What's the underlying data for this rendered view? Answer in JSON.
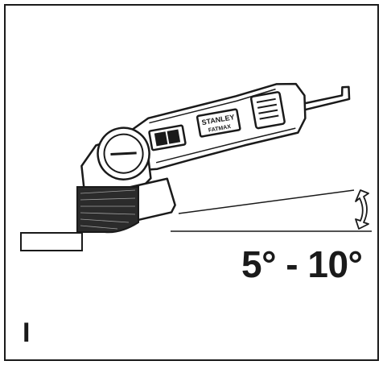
{
  "figure": {
    "angle_range": "5° - 10°",
    "step_label": "I",
    "brand_name": "STANLEY",
    "sub_brand_name": "FATMAX",
    "colors": {
      "ink": "#1a1a1a",
      "background": "#ffffff",
      "wire_brush": "#2b2b2b"
    },
    "icons": [
      "double-arrow-icon",
      "wire-brush-icon"
    ]
  }
}
